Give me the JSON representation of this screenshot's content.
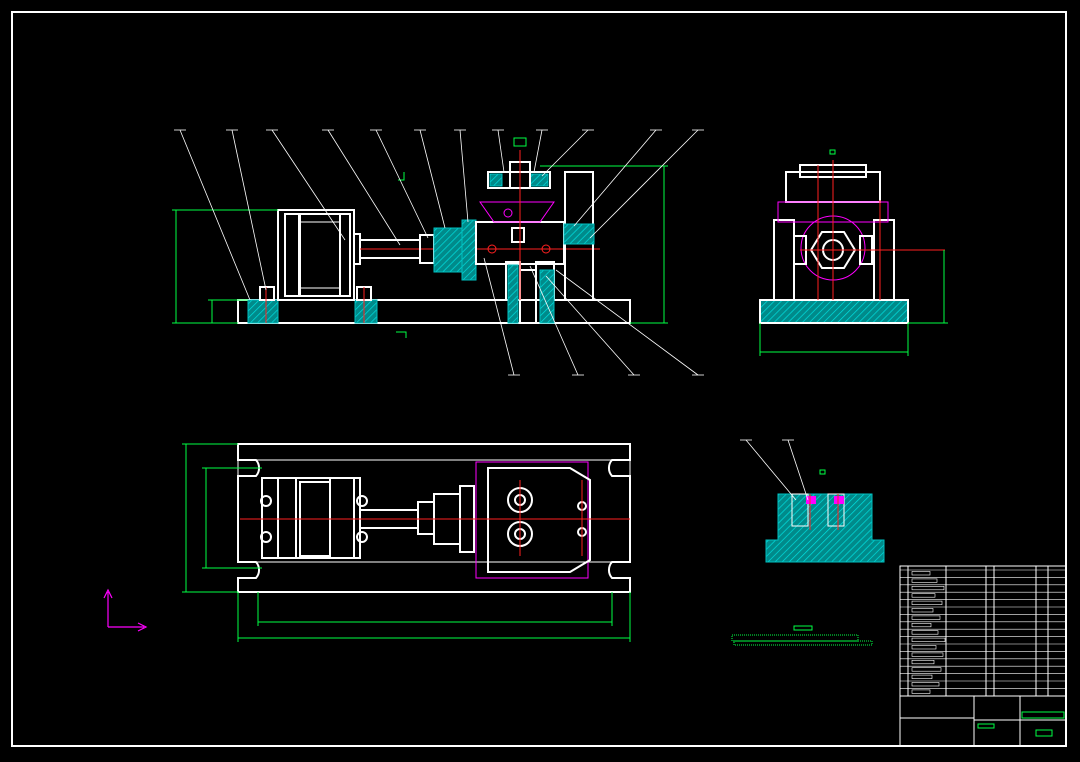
{
  "drawing": {
    "colors": {
      "background": "#000000",
      "outline": "#ffffff",
      "dimension": "#00ff44",
      "centerline": "#ff2020",
      "hidden": "#ff00ff",
      "section_hatch": "#00c0c0"
    },
    "views": [
      {
        "name": "front-view"
      },
      {
        "name": "side-view"
      },
      {
        "name": "top-view"
      },
      {
        "name": "section-view"
      }
    ],
    "title_block": {
      "name": "title-block"
    },
    "axis_indicator": {
      "icon": "ucs-axis-icon"
    }
  }
}
